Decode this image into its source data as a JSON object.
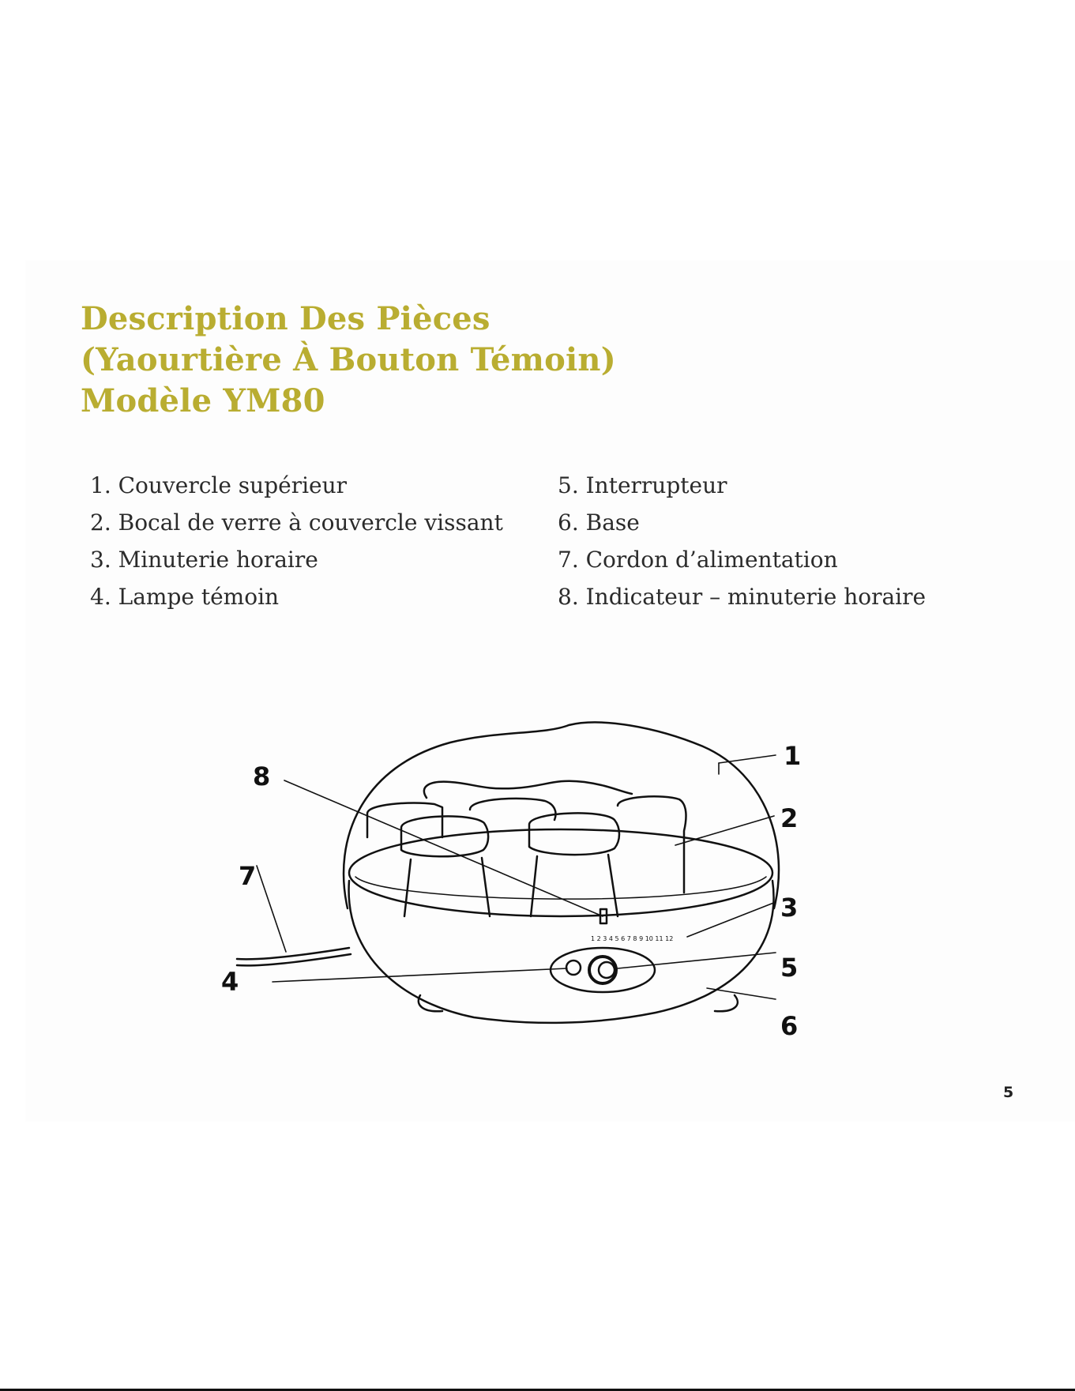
{
  "title": {
    "line1": "Description Des Pièces",
    "line2": "(Yaourtière À Bouton Témoin)",
    "line3": "Modèle YM80"
  },
  "parts_left": [
    "1. Couvercle supérieur",
    "2. Bocal de verre à couvercle vissant",
    "3. Minuterie horaire",
    "4. Lampe témoin"
  ],
  "parts_right": [
    "5. Interrupteur",
    "6. Base",
    "7. Cordon d’alimentation",
    "8. Indicateur – minuterie horaire"
  ],
  "figure": {
    "callouts": [
      "1",
      "2",
      "3",
      "4",
      "5",
      "6",
      "7",
      "8"
    ],
    "timer_scale": "1 2 3 4 5 6 7 8 9 10 11 12"
  },
  "page_number": "5",
  "colors": {
    "title": "#b9ad31",
    "body_text": "#2b2b2b",
    "drawing": "#111111"
  }
}
